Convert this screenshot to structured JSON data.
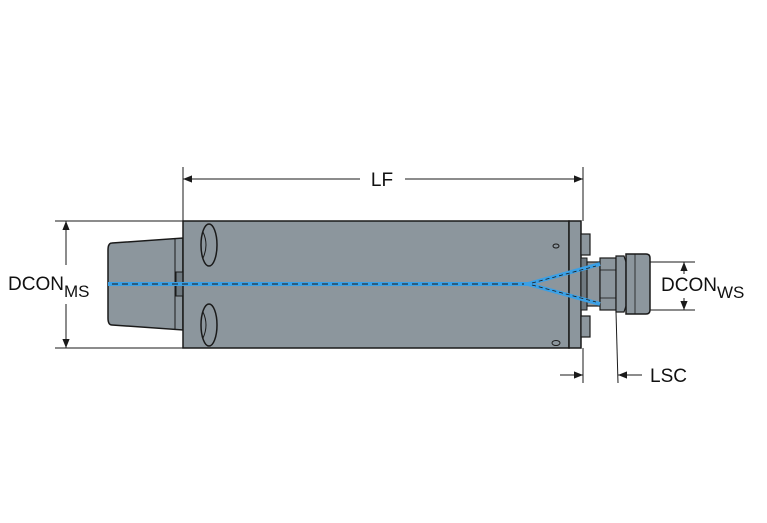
{
  "labels": {
    "lf": "LF",
    "dcon_ms_main": "DCON",
    "dcon_ms_sub": "MS",
    "dcon_ws_main": "DCON",
    "dcon_ws_sub": "WS",
    "lsc": "LSC"
  },
  "colors": {
    "body_fill": "#8c969d",
    "body_stroke": "#1a1a1a",
    "coolant": "#3aa0e6",
    "dimension_line": "#1a1a1a"
  },
  "icons": {
    "arrow": "arrowhead"
  }
}
